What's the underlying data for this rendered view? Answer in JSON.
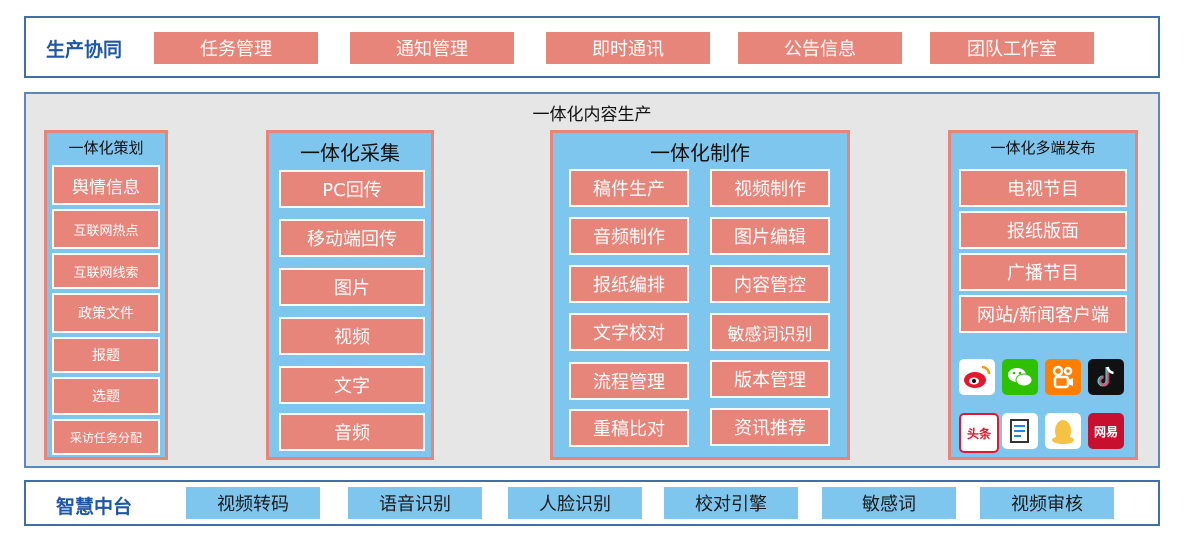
{
  "top": {
    "title": "生产协同",
    "items": [
      "任务管理",
      "通知管理",
      "即时通讯",
      "公告信息",
      "团队工作室"
    ]
  },
  "middle": {
    "title": "一体化内容生产",
    "planning": {
      "title": "一体化策划",
      "items": [
        "舆情信息",
        "互联网热点",
        "互联网线索",
        "政策文件",
        "报题",
        "选题",
        "采访任务分配"
      ]
    },
    "collection": {
      "title": "一体化采集",
      "items": [
        "PC回传",
        "移动端回传",
        "图片",
        "视频",
        "文字",
        "音频"
      ]
    },
    "production": {
      "title": "一体化制作",
      "left": [
        "稿件生产",
        "音频制作",
        "报纸编排",
        "文字校对",
        "流程管理",
        "重稿比对"
      ],
      "right": [
        "视频制作",
        "图片编辑",
        "内容管控",
        "敏感词识别",
        "版本管理",
        "资讯推荐"
      ]
    },
    "publishing": {
      "title": "一体化多端发布",
      "items": [
        "电视节目",
        "报纸版面",
        "广播节目",
        "网站/新闻客户端"
      ],
      "icons": [
        "weibo-icon",
        "wechat-icon",
        "kuaishou-icon",
        "douyin-icon",
        "toutiao-icon",
        "tencent-news-icon",
        "qq-icon",
        "netease-icon"
      ],
      "icon_text": {
        "toutiao": "头条",
        "netease": "网易"
      }
    }
  },
  "bottom": {
    "title": "智慧中台",
    "items": [
      "视频转码",
      "语音识别",
      "人脸识别",
      "校对引擎",
      "敏感词",
      "视频审核"
    ]
  },
  "colors": {
    "salmon": "#e8857a",
    "blue": "#7fc6ee",
    "border_blue": "#3f6fa9",
    "title_blue": "#1f57a8",
    "gray_panel": "#e6e6e6"
  }
}
